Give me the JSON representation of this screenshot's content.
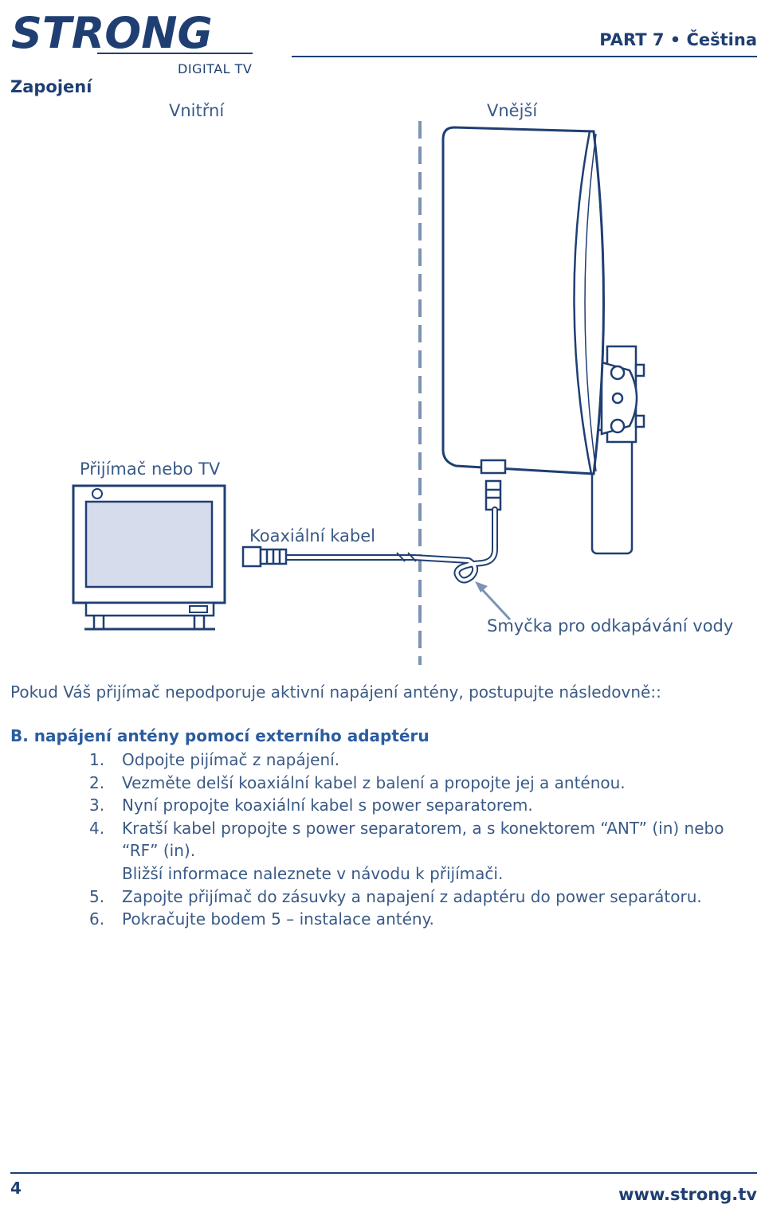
{
  "header": {
    "logo_text": "STRONG",
    "logo_subtitle": "DIGITAL TV",
    "part": "PART 7 • Čeština",
    "section_title": "Zapojení"
  },
  "diagram": {
    "label_inside": "Vnitřní",
    "label_outside": "Vnější",
    "label_receiver": "Přijímač nebo TV",
    "label_cable": "Koaxiální kabel",
    "label_drip_loop": "Smyčka pro odkapávání vody"
  },
  "body": {
    "intro": "Pokud Váš přijímač nepodporuje aktivní napájení antény, postupujte následovně::",
    "subheading": "B. napájení antény pomocí externího adaptéru",
    "steps": [
      {
        "num": "1.",
        "text": "Odpojte pijímač z napájení."
      },
      {
        "num": "2.",
        "text": "Vezměte delší koaxiální kabel z balení a propojte jej a anténou."
      },
      {
        "num": "3.",
        "text": "Nyní propojte koaxiální kabel s power separatorem."
      },
      {
        "num": "4.",
        "text": "Kratší kabel propojte s power separatorem, a s konektorem “ANT” (in) nebo “RF” (in)."
      },
      {
        "num": "",
        "text": "Bližší informace naleznete v návodu k přijímači."
      },
      {
        "num": "5.",
        "text": "Zapojte přijímač do zásuvky a napajení z adaptéru do power separátoru."
      },
      {
        "num": "6.",
        "text": "Pokračujte bodem 5 – instalace antény."
      }
    ]
  },
  "footer": {
    "page_number": "4",
    "url": "www.strong.tv"
  },
  "colors": {
    "brand": "#1f3f73",
    "text": "#3a5a86",
    "accent": "#2b5c9e"
  }
}
